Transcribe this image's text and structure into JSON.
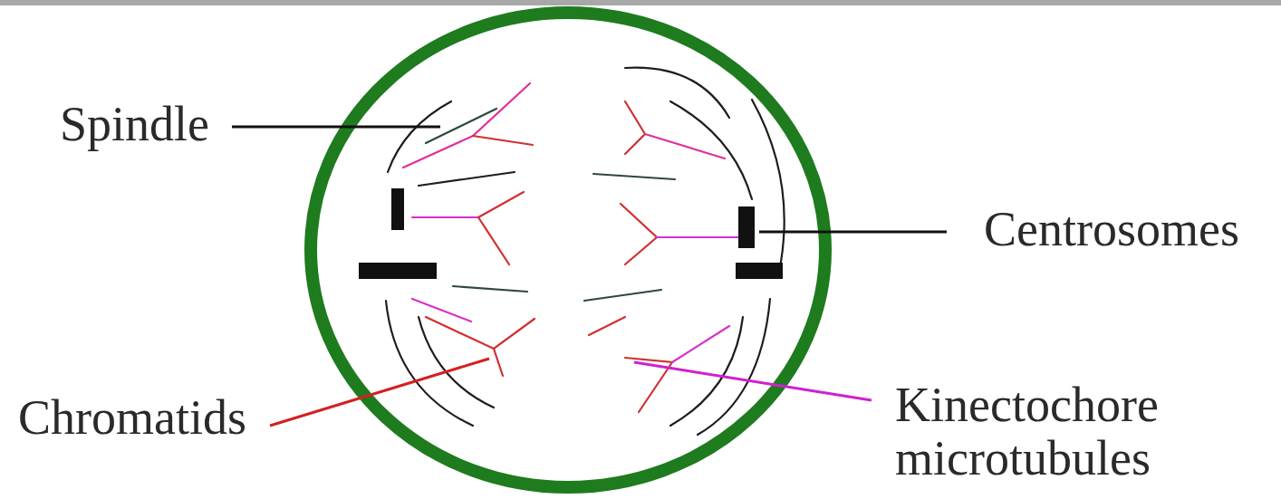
{
  "diagram": {
    "labels": [
      "Spindle",
      "Centrosomes",
      "Chromatids",
      "Kinectochore microtubules"
    ]
  }
}
